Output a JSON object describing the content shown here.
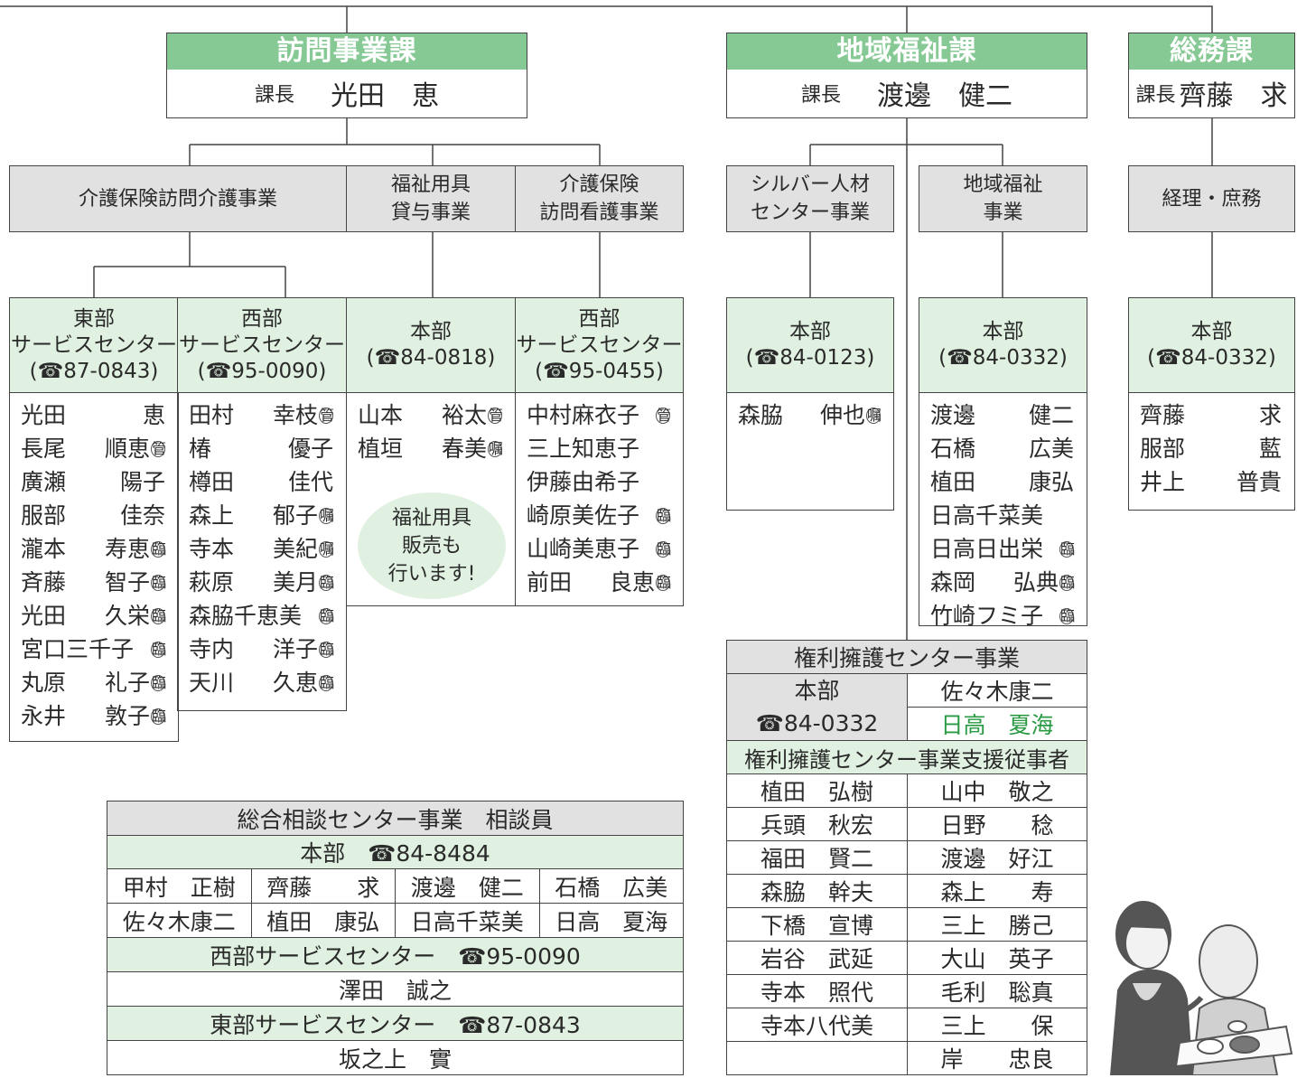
{
  "departments": [
    {
      "name": "訪問事業課",
      "role": "課長",
      "head": "光田　恵"
    },
    {
      "name": "地域福祉課",
      "role": "課長",
      "head": "渡邊　健二"
    },
    {
      "name": "総務課",
      "role": "課長",
      "head": "齊藤　求"
    }
  ],
  "sections": [
    "介護保険訪問介護事業",
    "福祉用具\n貸与事業",
    "介護保険\n訪問看護事業",
    "シルバー人材\nセンター事業",
    "地域福祉\n事業",
    "経理・庶務"
  ],
  "offices": [
    {
      "header": "東部\nサービスセンター\n(☎87-0843)",
      "members": [
        [
          "光田",
          "恵",
          ""
        ],
        [
          "長尾",
          "順恵",
          "管"
        ],
        [
          "廣瀬",
          "陽子",
          ""
        ],
        [
          "服部",
          "佳奈",
          ""
        ],
        [
          "瀧本",
          "寿恵",
          "臨"
        ],
        [
          "斉藤",
          "智子",
          "臨"
        ],
        [
          "光田",
          "久栄",
          "臨"
        ],
        [
          "宮口三千子",
          "",
          "臨"
        ],
        [
          "丸原",
          "礼子",
          "臨"
        ],
        [
          "永井",
          "敦子",
          "臨"
        ]
      ]
    },
    {
      "header": "西部\nサービスセンター\n(☎95-0090)",
      "members": [
        [
          "田村",
          "幸枝",
          "管"
        ],
        [
          "椿",
          "優子",
          ""
        ],
        [
          "樽田",
          "佳代",
          ""
        ],
        [
          "森上",
          "郁子",
          "嘱"
        ],
        [
          "寺本",
          "美紀",
          "嘱"
        ],
        [
          "萩原",
          "美月",
          "臨"
        ],
        [
          "森脇千恵美",
          "",
          "臨"
        ],
        [
          "寺内",
          "洋子",
          "臨"
        ],
        [
          "天川",
          "久恵",
          "臨"
        ]
      ]
    },
    {
      "header": "本部\n(☎84-0818)",
      "members": [
        [
          "山本",
          "裕太",
          "管"
        ],
        [
          "植垣",
          "春美",
          "嘱"
        ]
      ]
    },
    {
      "header": "西部\nサービスセンター\n(☎95-0455)",
      "members": [
        [
          "中村麻衣子",
          "",
          "管"
        ],
        [
          "三上知恵子",
          "",
          ""
        ],
        [
          "伊藤由希子",
          "",
          ""
        ],
        [
          "崎原美佐子",
          "",
          "臨"
        ],
        [
          "山崎美恵子",
          "",
          "臨"
        ],
        [
          "前田",
          "良恵",
          "臨"
        ]
      ]
    },
    {
      "header": "本部\n(☎84-0123)",
      "members": [
        [
          "森脇",
          "伸也",
          "嘱"
        ]
      ]
    },
    {
      "header": "本部\n(☎84-0332)",
      "members": [
        [
          "渡邊",
          "健二",
          ""
        ],
        [
          "石橋",
          "広美",
          ""
        ],
        [
          "植田",
          "康弘",
          ""
        ],
        [
          "日高千菜美",
          "",
          ""
        ],
        [
          "日高日出栄",
          "",
          "臨"
        ],
        [
          "森岡",
          "弘典",
          "臨"
        ],
        [
          "竹崎フミ子",
          "",
          "臨"
        ]
      ]
    },
    {
      "header": "本部\n(☎84-0332)",
      "members": [
        [
          "齊藤",
          "求",
          ""
        ],
        [
          "服部",
          "藍",
          ""
        ],
        [
          "井上",
          "普貴",
          ""
        ]
      ]
    }
  ],
  "bubble": "福祉用具\n販売も\n行います!",
  "consult": {
    "title": "総合相談センター事業　相談員",
    "hq": "本部　☎84-8484",
    "row1": [
      "甲村　正樹",
      "齊藤　　求",
      "渡邊　健二",
      "石橋　広美"
    ],
    "row2": [
      "佐々木康二",
      "植田　康弘",
      "日高千菜美",
      "日高　夏海"
    ],
    "west": "西部サービスセンター　☎95-0090",
    "west_staff": "澤田　誠之",
    "east": "東部サービスセンター　☎87-0843",
    "east_staff": "坂之上　實"
  },
  "rights": {
    "title": "権利擁護センター事業",
    "hq_label": "本部",
    "hq_phone": "☎84-0332",
    "staff1": "佐々木康二",
    "staff2": "日高　夏海",
    "staff2_color": "#2a9a45",
    "support_title": "権利擁護センター事業支援従事者",
    "left": [
      "植田　弘樹",
      "兵頭　秋宏",
      "福田　賢二",
      "森脇　幹夫",
      "下橋　宣博",
      "岩谷　武延",
      "寺本　照代",
      "寺本八代美",
      ""
    ],
    "right": [
      "山中　敬之",
      "日野　　稔",
      "渡邊　好江",
      "森上　　寿",
      "三上　勝己",
      "大山　英子",
      "毛利　聡真",
      "三上　　保",
      "岸　　忠良"
    ]
  },
  "colors": {
    "dept_green": "#86c994",
    "light_green": "#e0f1e1",
    "gray": "#e1e1e1"
  }
}
